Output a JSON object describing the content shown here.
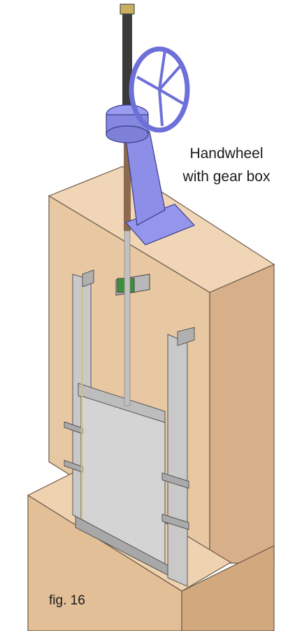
{
  "figure": {
    "callout_line1": "Handwheel",
    "callout_line2": "with gear box",
    "caption": "fig. 16"
  },
  "colors": {
    "concrete_front": "#e8c8a3",
    "concrete_side": "#d7b089",
    "concrete_top": "#f0d6b6",
    "steel": "#c9c9c9",
    "steel_dark": "#9a9a9a",
    "gearbox": "#8c8ee8",
    "stem": "#3a3a3a",
    "stem_lower": "#8b6a4d",
    "bracket_green": "#3f8f3a"
  }
}
